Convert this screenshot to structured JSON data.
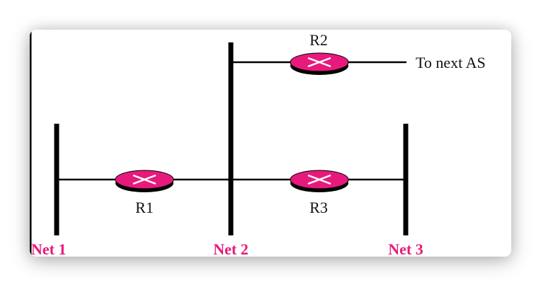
{
  "diagram": {
    "colors": {
      "accent": "#e8197d",
      "line": "#000000",
      "router_cross": "#ffffff"
    },
    "networks": [
      {
        "id": "net1",
        "label": "Net 1"
      },
      {
        "id": "net2",
        "label": "Net 2"
      },
      {
        "id": "net3",
        "label": "Net 3"
      }
    ],
    "routers": [
      {
        "id": "r1",
        "label": "R1",
        "connects": [
          "Net 1",
          "Net 2"
        ]
      },
      {
        "id": "r2",
        "label": "R2",
        "connects": [
          "Net 2",
          "To next AS"
        ]
      },
      {
        "id": "r3",
        "label": "R3",
        "connects": [
          "Net 2",
          "Net 3"
        ]
      }
    ],
    "external_label": "To next AS"
  }
}
